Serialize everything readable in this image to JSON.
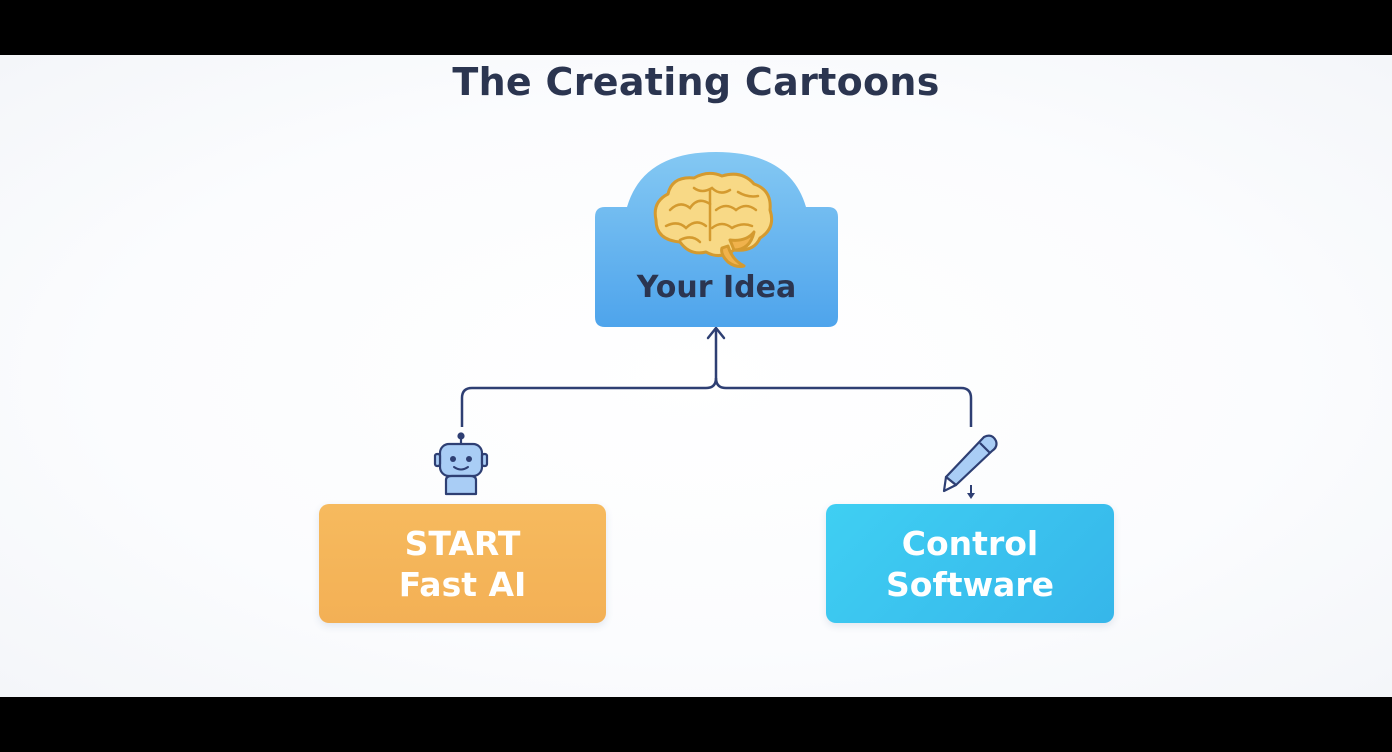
{
  "diagram": {
    "title": "The Creating Cartoons",
    "top_node": {
      "label": "Your Idea",
      "icon": "brain-icon"
    },
    "left_node": {
      "line1": "START",
      "line2": "Fast AI",
      "icon": "robot-icon",
      "color": "#f4b45a"
    },
    "right_node": {
      "line1": "Control",
      "line2": "Software",
      "icon": "pencil-icon",
      "color": "#3ac4ef"
    },
    "connector_color": "#2e3f73",
    "idea_box_color": "#5aaef0"
  }
}
